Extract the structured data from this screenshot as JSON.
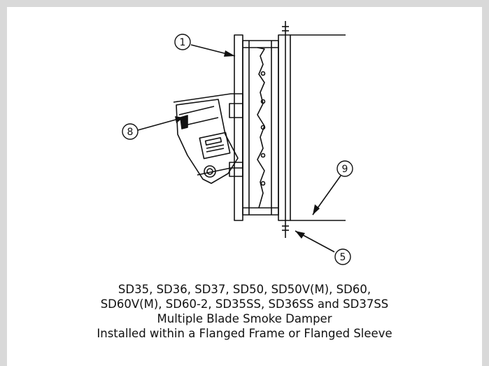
{
  "colors": {
    "background": "#d9d9d9",
    "panel": "#ffffff",
    "ink": "#111111"
  },
  "callouts": [
    "1",
    "8",
    "9",
    "5"
  ],
  "caption": {
    "line1": "SD35, SD36, SD37, SD50, SD50V(M), SD60,",
    "line2": "SD60V(M), SD60-2, SD35SS, SD36SS and SD37SS",
    "line3": "Multiple Blade Smoke Damper",
    "line4": "Installed within a Flanged Frame or Flanged Sleeve"
  }
}
